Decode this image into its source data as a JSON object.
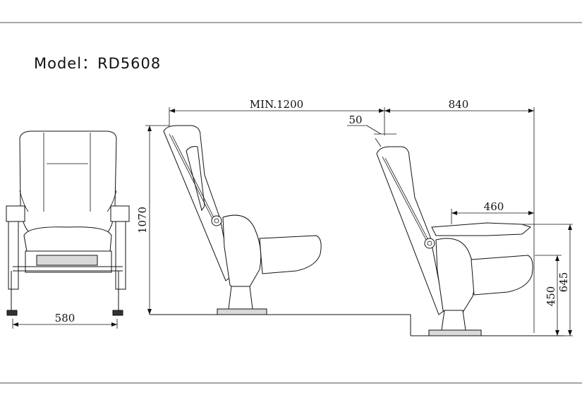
{
  "model": {
    "label": "Model",
    "separator": "：",
    "number": "RD5608"
  },
  "dimensions": {
    "front_width": "580",
    "height": "1070",
    "row_spacing": "MIN.1200",
    "depth": "840",
    "back_tilt": "50",
    "seat_depth": "460",
    "seat_height": "450",
    "armrest_height": "645"
  },
  "colors": {
    "line": "#111111",
    "background": "#ffffff"
  }
}
